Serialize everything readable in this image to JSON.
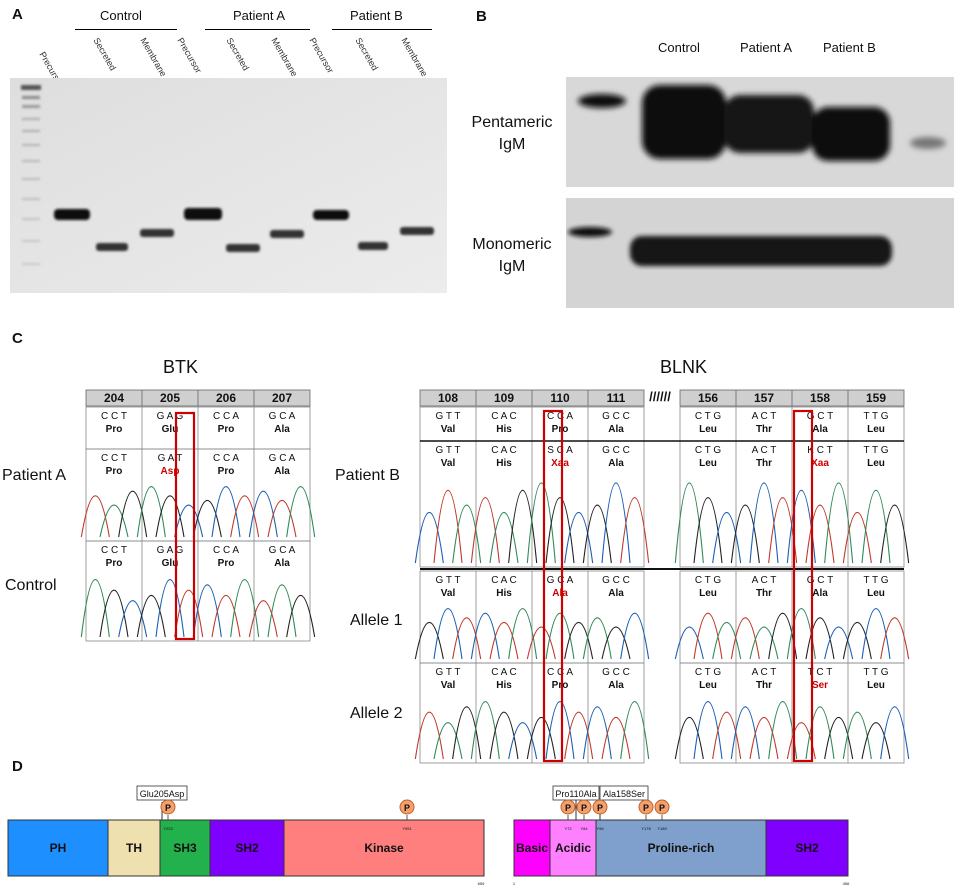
{
  "panels": {
    "a": {
      "letter": "A",
      "groups": [
        "Control",
        "Patient A",
        "Patient B"
      ],
      "lanes": [
        "Precursor",
        "Secreted",
        "Membrane",
        "Precursor",
        "Secreted",
        "Membrane",
        "Precursor",
        "Secreted",
        "Membrane"
      ]
    },
    "b": {
      "letter": "B",
      "columns": [
        "Control",
        "Patient A",
        "Patient B"
      ],
      "rows": [
        {
          "label1": "Pentameric",
          "label2": "IgM"
        },
        {
          "label1": "Monomeric",
          "label2": "IgM"
        }
      ]
    },
    "c": {
      "letter": "C",
      "btk": {
        "title": "BTK",
        "codons": [
          "204",
          "205",
          "206",
          "207"
        ],
        "ref": {
          "nt": [
            "C C T",
            "G A G",
            "C C A",
            "G C A"
          ],
          "aa": [
            "Pro",
            "Glu",
            "Pro",
            "Ala"
          ]
        },
        "patient": {
          "label": "Patient A",
          "nt": [
            "C C T",
            "G A T",
            "C C A",
            "G C A"
          ],
          "aa": [
            "Pro",
            "Asp",
            "Pro",
            "Ala"
          ]
        },
        "control": {
          "label": "Control",
          "nt": [
            "C C T",
            "G A G",
            "C C A",
            "G C A"
          ],
          "aa": [
            "Pro",
            "Glu",
            "Pro",
            "Ala"
          ]
        }
      },
      "blnk": {
        "title": "BLNK",
        "separator": "//////",
        "codons": [
          "108",
          "109",
          "110",
          "111",
          "156",
          "157",
          "158",
          "159"
        ],
        "ref": {
          "nt": [
            "G T T",
            "C A C",
            "C C A",
            "G C C",
            "C T G",
            "A C T",
            "G C T",
            "T T G"
          ],
          "aa": [
            "Val",
            "His",
            "Pro",
            "Ala",
            "Leu",
            "Thr",
            "Ala",
            "Leu"
          ]
        },
        "patient": {
          "label": "Patient B",
          "nt": [
            "G T T",
            "C A C",
            "S C A",
            "G C C",
            "C T G",
            "A C T",
            "K C T",
            "T T G"
          ],
          "aa": [
            "Val",
            "His",
            "Xaa",
            "Ala",
            "Leu",
            "Thr",
            "Xaa",
            "Leu"
          ]
        },
        "allele1": {
          "label": "Allele 1",
          "nt": [
            "G T T",
            "C A C",
            "G C A",
            "G C C",
            "C T G",
            "A C T",
            "G C T",
            "T T G"
          ],
          "aa": [
            "Val",
            "His",
            "Ala",
            "Ala",
            "Leu",
            "Thr",
            "Ala",
            "Leu"
          ]
        },
        "allele2": {
          "label": "Allele 2",
          "nt": [
            "G T T",
            "C A C",
            "C C A",
            "G C C",
            "C T G",
            "A C T",
            "T C T",
            "T T G"
          ],
          "aa": [
            "Val",
            "His",
            "Pro",
            "Ala",
            "Leu",
            "Thr",
            "Ser",
            "Leu"
          ]
        }
      }
    },
    "d": {
      "letter": "D",
      "btk": {
        "domains": [
          "PH",
          "TH",
          "SH3",
          "SH2",
          "Kinase"
        ],
        "mutation_label": "Glu205Asp",
        "phospho_symbol": "P",
        "site_labels": [
          "Y223",
          "Y551"
        ],
        "end_label": "659"
      },
      "blnk": {
        "domains": [
          "Basic",
          "Acidic",
          "Proline-rich",
          "SH2"
        ],
        "mutation_labels": [
          "Pro110Ala",
          "Ala158Ser"
        ],
        "phospho_symbol": "P",
        "site_labels": [
          "Y72",
          "Y84",
          "Y96",
          "Y178",
          "Y189"
        ],
        "start_label": "1",
        "end_label": "456"
      }
    }
  },
  "colors": {
    "ph": "#1e8fff",
    "th": "#efe0b0",
    "sh3": "#22b14c",
    "sh2": "#8000ff",
    "kinase": "#ff7f7f",
    "basic": "#ff00ff",
    "acidic": "#ff80ff",
    "proline": "#7f9fcc",
    "phospho": "#f4a06b",
    "highlight": "#cc0000"
  }
}
